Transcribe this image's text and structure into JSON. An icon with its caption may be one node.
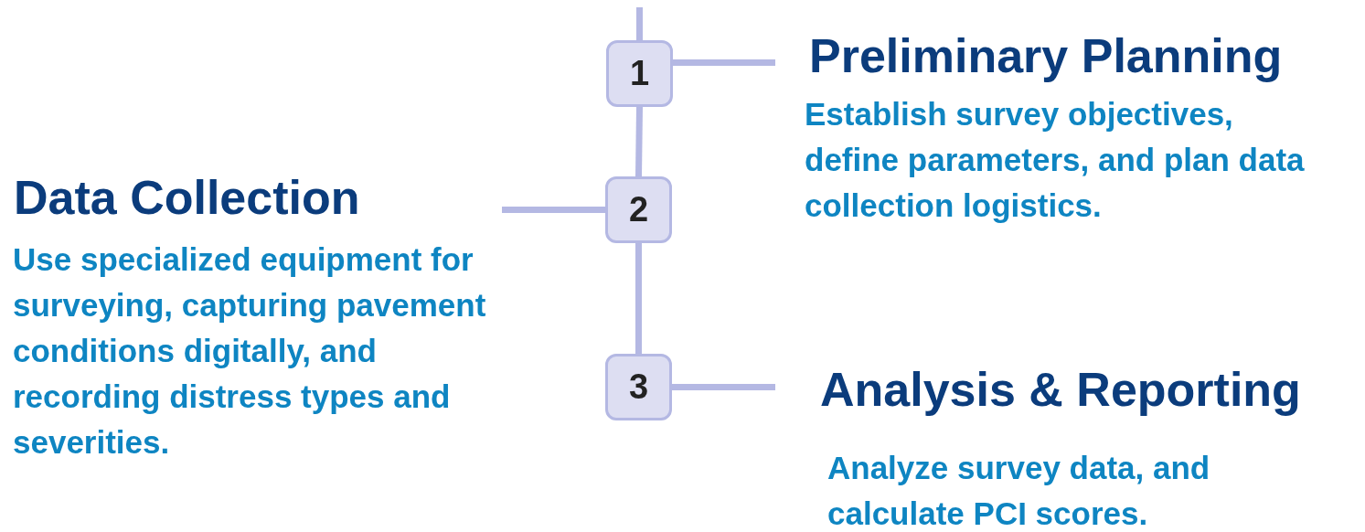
{
  "diagram": {
    "nodes": [
      {
        "text": [
          "1"
        ]
      },
      {
        "text": [
          "Preliminary Planning",
          "Establish survey objectives, define parameters, and plan data collection logistics."
        ]
      },
      {
        "text": [
          "2"
        ]
      },
      {
        "text": [
          "Data Collection",
          "Use specialized equipment for surveying, capturing pavement conditions digitally, and recording distress types and severities."
        ]
      },
      {
        "text": [
          "3"
        ]
      },
      {
        "text": [
          "Analysis & Reporting",
          "Analyze survey data, and calculate PCI scores."
        ]
      }
    ],
    "edges": [
      {
        "from": null,
        "to": 0,
        "arrow": "none"
      },
      {
        "from": 0,
        "to": 1,
        "arrow": "none"
      },
      {
        "from": 0,
        "to": 2,
        "arrow": "none"
      },
      {
        "from": 2,
        "to": 3,
        "arrow": "none"
      },
      {
        "from": 2,
        "to": 4,
        "arrow": "none"
      },
      {
        "from": 4,
        "to": 5,
        "arrow": "none"
      }
    ]
  }
}
